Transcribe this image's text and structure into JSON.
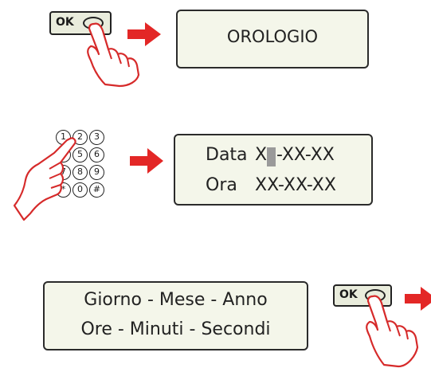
{
  "step1": {
    "ok_label": "OK",
    "screen_text": "OROLOGIO"
  },
  "step2": {
    "keypad_keys": [
      "1",
      "2",
      "3",
      "4",
      "5",
      "6",
      "7",
      "8",
      "9",
      "*",
      "0",
      "#"
    ],
    "line1_label": "Data",
    "line1_value_start": "X",
    "line1_value_end": "-XX-XX",
    "line2_label": "Ora",
    "line2_value": "XX-XX-XX"
  },
  "step3": {
    "line1": "Giorno - Mese - Anno",
    "line2": "Ore - Minuti - Secondi",
    "ok_label": "OK"
  },
  "colors": {
    "arrow": "#e32726",
    "hand": "#d62a2a",
    "lcd_bg": "#f4f6ea",
    "button_bg": "#e9ecdc"
  }
}
